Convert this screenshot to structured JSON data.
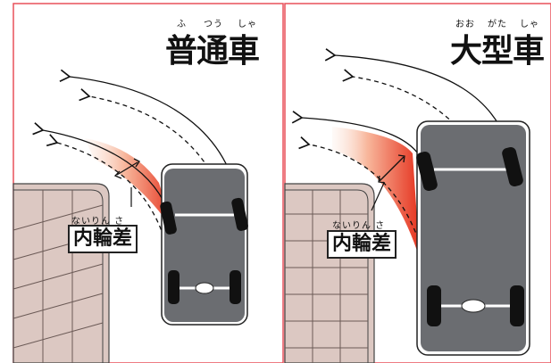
{
  "panels": [
    {
      "id": "standard",
      "title": "普通車",
      "ruby": [
        "ふ",
        "つう",
        "しゃ"
      ],
      "label": "内輪差",
      "label_ruby": "ないりん さ"
    },
    {
      "id": "large",
      "title": "大型車",
      "ruby": [
        "おお",
        "がた",
        "しゃ"
      ],
      "label": "内輪差",
      "label_ruby": "ないりん さ"
    }
  ],
  "colors": {
    "frame": "#e8505a",
    "vehicle_body": "#6b6d71",
    "building_fill": "#dcc8c2",
    "inner_wheel_gap_gradient": [
      "#e5331f",
      "#f7c2a6",
      "#fbe5da"
    ]
  }
}
